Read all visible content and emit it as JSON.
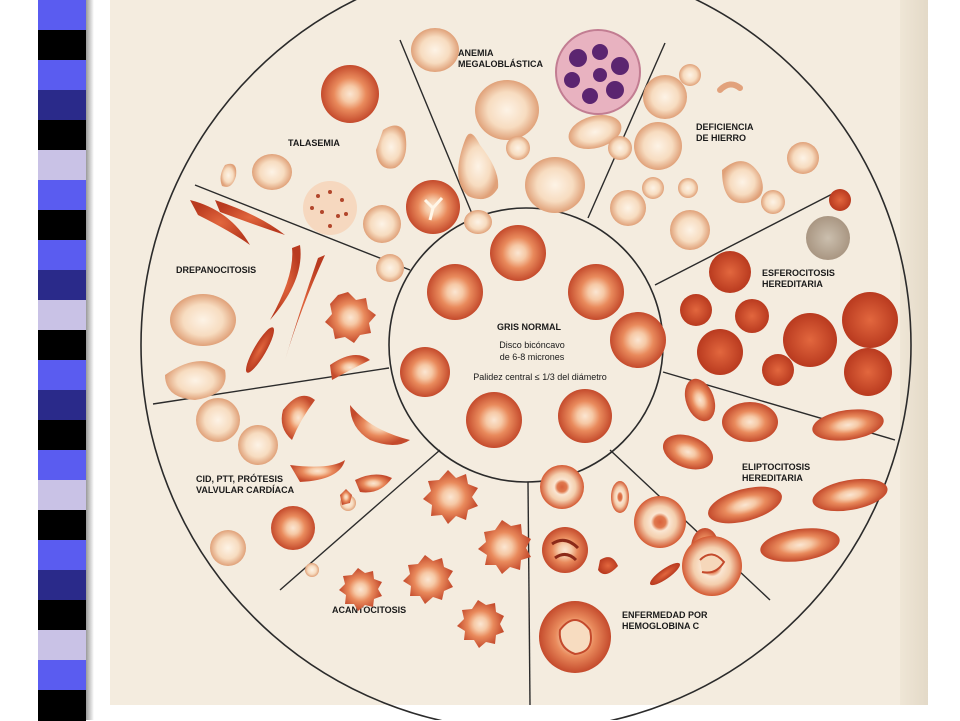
{
  "sidebar": {
    "stripe_colors": [
      "#5a5cf0",
      "#000000",
      "#5a5cf0",
      "#2a2a8a",
      "#000000",
      "#c9c2e6",
      "#5a5cf0",
      "#000000",
      "#5a5cf0",
      "#2a2a8a",
      "#c9c2e6",
      "#000000",
      "#5a5cf0",
      "#2a2a8a",
      "#000000",
      "#5a5cf0",
      "#c9c2e6",
      "#000000",
      "#5a5cf0",
      "#2a2a8a",
      "#000000",
      "#c9c2e6",
      "#5a5cf0",
      "#000000"
    ]
  },
  "diagram": {
    "center": {
      "title": "GRIS NORMAL",
      "line1": "Disco bicóncavo",
      "line2": "de 6-8 micrones",
      "line3": "Palidez central ≤ 1/3 del diámetro"
    },
    "sectors": [
      {
        "id": "anemia",
        "lines": [
          "ANEMIA",
          "MEGALOBLÁSTICA"
        ]
      },
      {
        "id": "hierro",
        "lines": [
          "DEFICIENCIA",
          "DE HIERRO"
        ]
      },
      {
        "id": "esfero",
        "lines": [
          "ESFEROCITOSIS",
          "HEREDITARIA"
        ]
      },
      {
        "id": "elipto",
        "lines": [
          "ELIPTOCITOSIS",
          "HEREDITARIA"
        ]
      },
      {
        "id": "hemo",
        "lines": [
          "ENFERMEDAD POR",
          "HEMOGLOBINA C"
        ]
      },
      {
        "id": "acanto",
        "lines": [
          "ACANTOCITOSIS"
        ]
      },
      {
        "id": "cid",
        "lines": [
          "CID, PTT, PRÓTESIS",
          "VALVULAR CARDÍACA"
        ]
      },
      {
        "id": "drepa",
        "lines": [
          "DREPANOCITOSIS"
        ]
      },
      {
        "id": "talasemia",
        "lines": [
          "TALASEMIA"
        ]
      }
    ],
    "colors": {
      "cell_fill": "#e98a5c",
      "cell_dark": "#c9462a",
      "pale_center": "#f8e2cc",
      "pale_cell": "#f3c79f",
      "outline": "#2b2b2b",
      "nucleus": "#6a2d7d"
    }
  }
}
